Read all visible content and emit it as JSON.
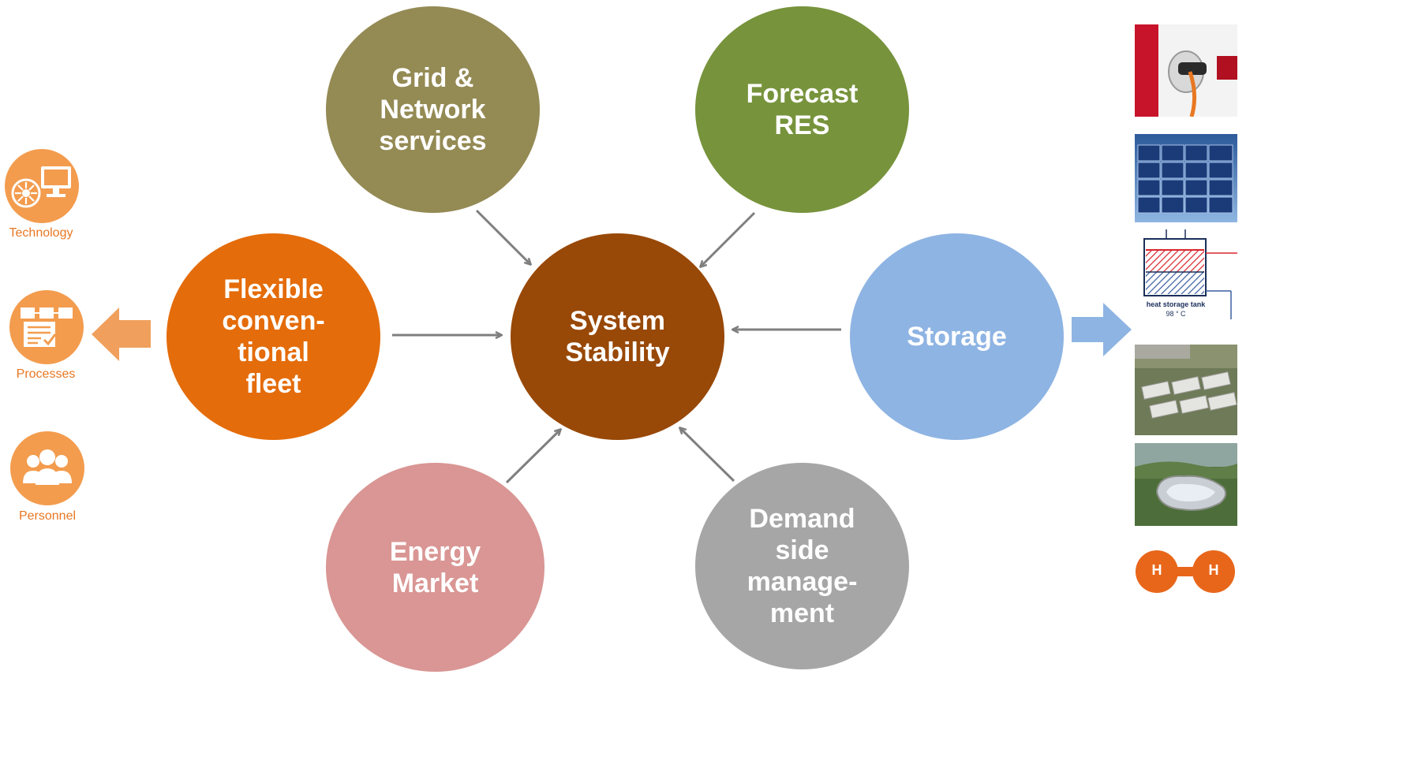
{
  "center": {
    "label": "System\nStability"
  },
  "nodes": {
    "grid": {
      "label": "Grid &\nNetwork\nservices",
      "color": "#948a54"
    },
    "forecast": {
      "label": "Forecast\nRES",
      "color": "#77933c"
    },
    "flex": {
      "label": "Flexible\nconven-\ntional\nfleet",
      "color": "#e46c0a"
    },
    "storage": {
      "label": "Storage",
      "color": "#8eb4e3"
    },
    "market": {
      "label": "Energy\nMarket",
      "color": "#d99694"
    },
    "demand": {
      "label": "Demand\nside\nmanage-\nment",
      "color": "#a6a6a6"
    }
  },
  "left_panel": {
    "items": [
      {
        "label": "Technology",
        "icon": "turbine-monitor-icon"
      },
      {
        "label": "Processes",
        "icon": "process-flow-icon"
      },
      {
        "label": "Personnel",
        "icon": "people-group-icon"
      }
    ]
  },
  "right_panel": {
    "heat_tank_label": "heat storage tank",
    "heat_tank_temp": "98 ° C",
    "hydrogen_atom_left": "H",
    "hydrogen_atom_right": "H"
  },
  "colors": {
    "accent_orange": "#e87722",
    "arrow_gray": "#7f7f7f",
    "left_arrow": "#f0a05c",
    "right_arrow": "#8eb4e3"
  }
}
